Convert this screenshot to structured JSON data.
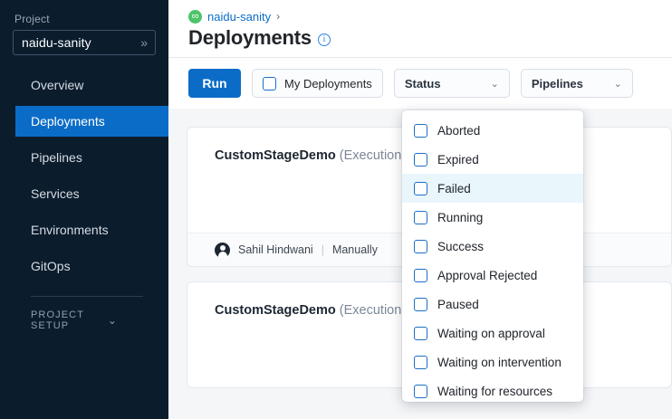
{
  "sidebar": {
    "project_label": "Project",
    "project_value": "naidu-sanity",
    "expand_icon": "»",
    "items": [
      {
        "label": "Overview",
        "active": false
      },
      {
        "label": "Deployments",
        "active": true
      },
      {
        "label": "Pipelines",
        "active": false
      },
      {
        "label": "Services",
        "active": false
      },
      {
        "label": "Environments",
        "active": false
      },
      {
        "label": "GitOps",
        "active": false
      }
    ],
    "section_label": "PROJECT SETUP",
    "section_chevron": "⌄"
  },
  "header": {
    "breadcrumb_icon": "harness-logo-icon",
    "breadcrumb_label": "naidu-sanity",
    "breadcrumb_separator": "›",
    "title": "Deployments",
    "info_icon": "i"
  },
  "toolbar": {
    "run_label": "Run",
    "my_deployments_label": "My Deployments",
    "status_label": "Status",
    "pipelines_label": "Pipelines",
    "chevron": "⌄"
  },
  "status_dropdown": {
    "options": [
      {
        "label": "Aborted",
        "checked": false,
        "hover": false
      },
      {
        "label": "Expired",
        "checked": false,
        "hover": false
      },
      {
        "label": "Failed",
        "checked": false,
        "hover": true
      },
      {
        "label": "Running",
        "checked": false,
        "hover": false
      },
      {
        "label": "Success",
        "checked": false,
        "hover": false
      },
      {
        "label": "Approval Rejected",
        "checked": false,
        "hover": false
      },
      {
        "label": "Paused",
        "checked": false,
        "hover": false
      },
      {
        "label": "Waiting on approval",
        "checked": false,
        "hover": false
      },
      {
        "label": "Waiting on intervention",
        "checked": false,
        "hover": false
      },
      {
        "label": "Waiting for resources",
        "checked": false,
        "hover": false
      }
    ]
  },
  "cards": [
    {
      "name": "CustomStageDemo",
      "execution": "(Execution Id",
      "user": "Sahil Hindwani",
      "separator": "|",
      "trigger": "Manually",
      "has_footer": true
    },
    {
      "name": "CustomStageDemo",
      "execution": "(Execution Id",
      "user": "",
      "separator": "",
      "trigger": "",
      "has_footer": false
    }
  ],
  "colors": {
    "sidebar_bg": "#0b1c2d",
    "accent_blue": "#0b6cc7",
    "hover_blue": "#e9f6fc",
    "breadcrumb_green": "#4dc36a"
  }
}
